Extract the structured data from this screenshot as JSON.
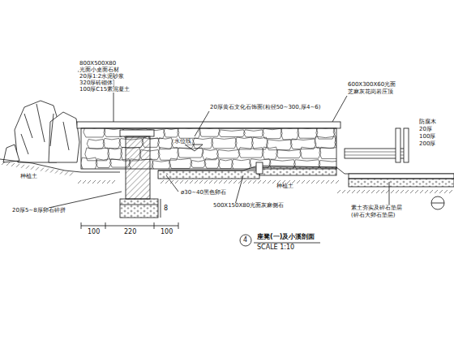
{
  "diagram": {
    "caption": "座凳(一)及小溪剖面",
    "labels": [
      "800X500X80",
      "光面小桌面石材",
      "20厚1:2水泥砂浆",
      "320厚砖砌体",
      "100厚C15素混凝土",
      "20厚黄石文化石饰面(粒径50~300,厚4~6)",
      "600X300X60光面",
      "芝麻灰花岗岩压顶",
      "20厚5~8厚卵石碎拼",
      "ø30~40黑色卵石",
      "500X150X80光面灰麻侧石",
      "种植土",
      "种植土",
      "水位线",
      "素土夯实及碎石垫层",
      "(碎石大卵石垫层)",
      "防腐木",
      "20厚",
      "100厚",
      "200厚",
      "100",
      "220",
      "100",
      "8",
      "4",
      "SCALE 1:10"
    ]
  }
}
